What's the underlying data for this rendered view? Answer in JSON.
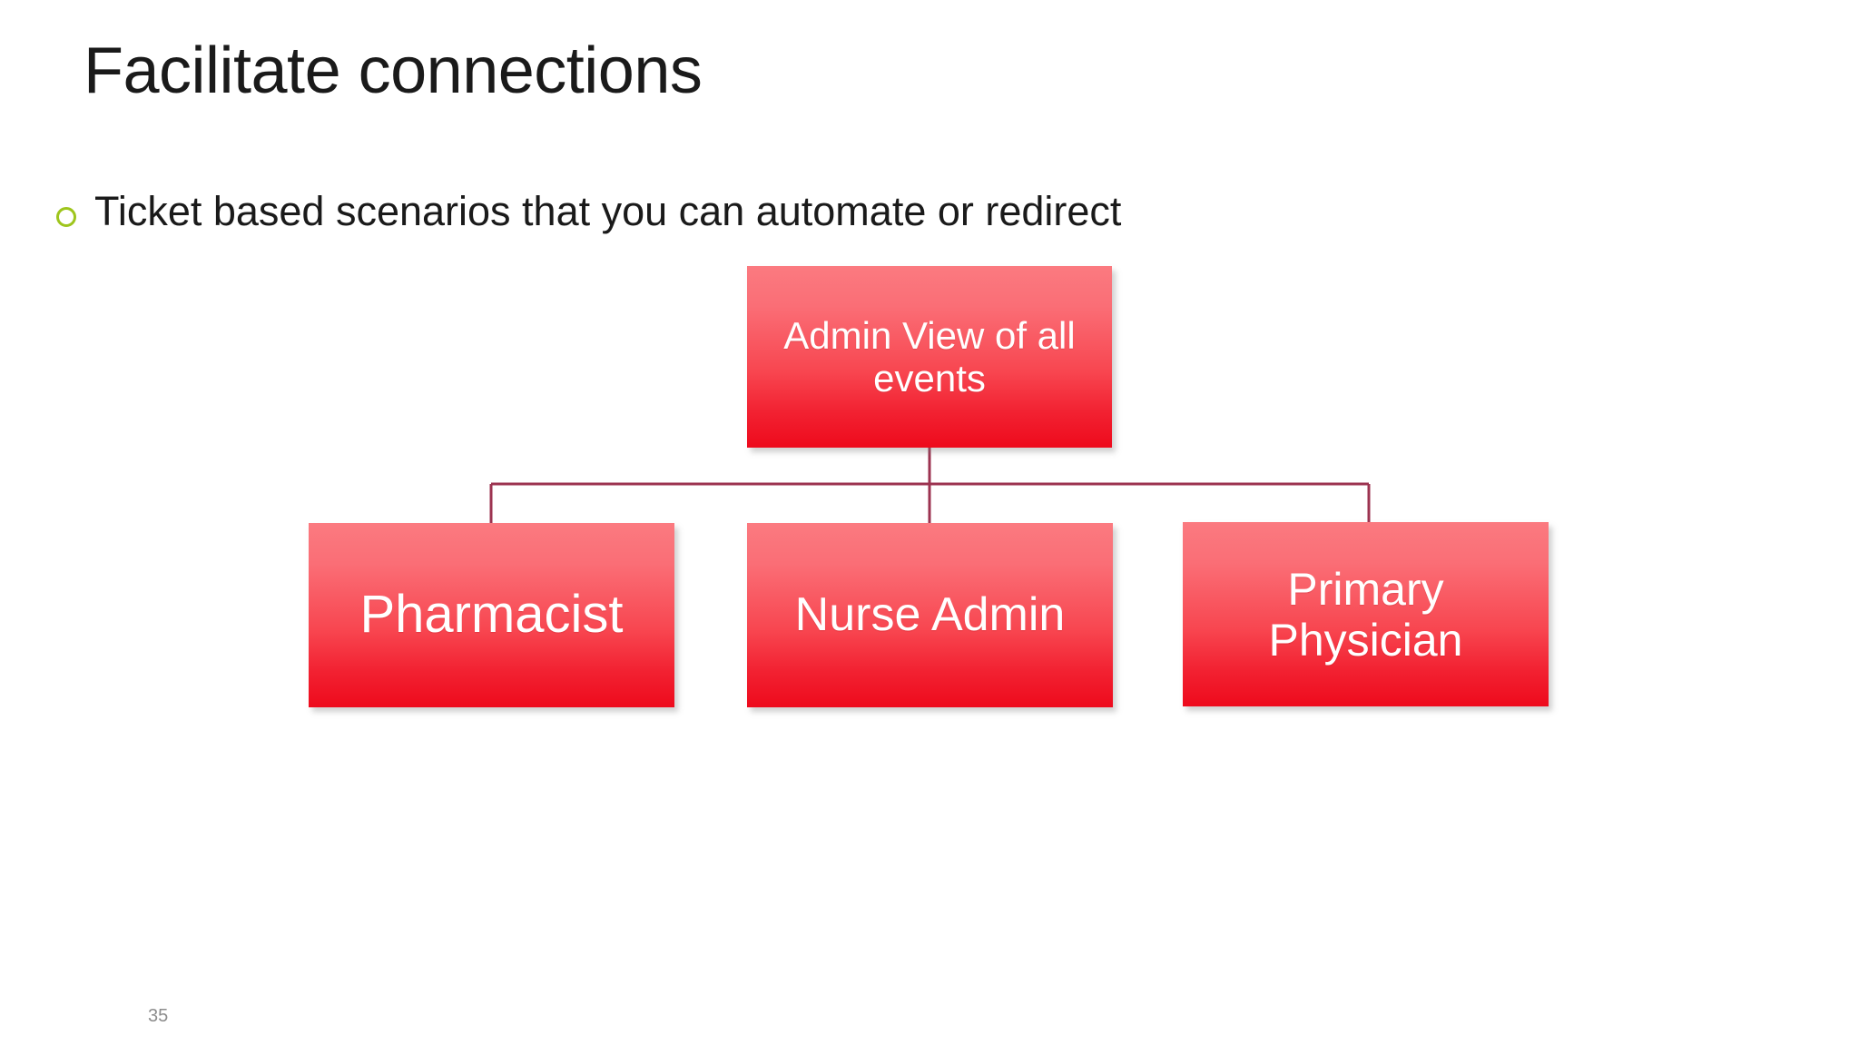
{
  "slide": {
    "title": "Facilitate connections",
    "page_number": "35",
    "background_color": "#FFFFFF"
  },
  "bullets": [
    {
      "marker": "hollow-circle",
      "marker_color": "#9EC51C",
      "text": "Ticket based scenarios that you can automate or redirect"
    }
  ],
  "org_chart": {
    "connector_color": "#9C3350",
    "node_gradient_top": "#FB7A80",
    "node_gradient_bottom": "#EE0A1C",
    "node_text_color": "#FFFFFF",
    "root": {
      "label": "Admin View of all events"
    },
    "children": [
      {
        "label": "Pharmacist"
      },
      {
        "label": "Nurse Admin"
      },
      {
        "label": "Primary Physician"
      }
    ]
  }
}
